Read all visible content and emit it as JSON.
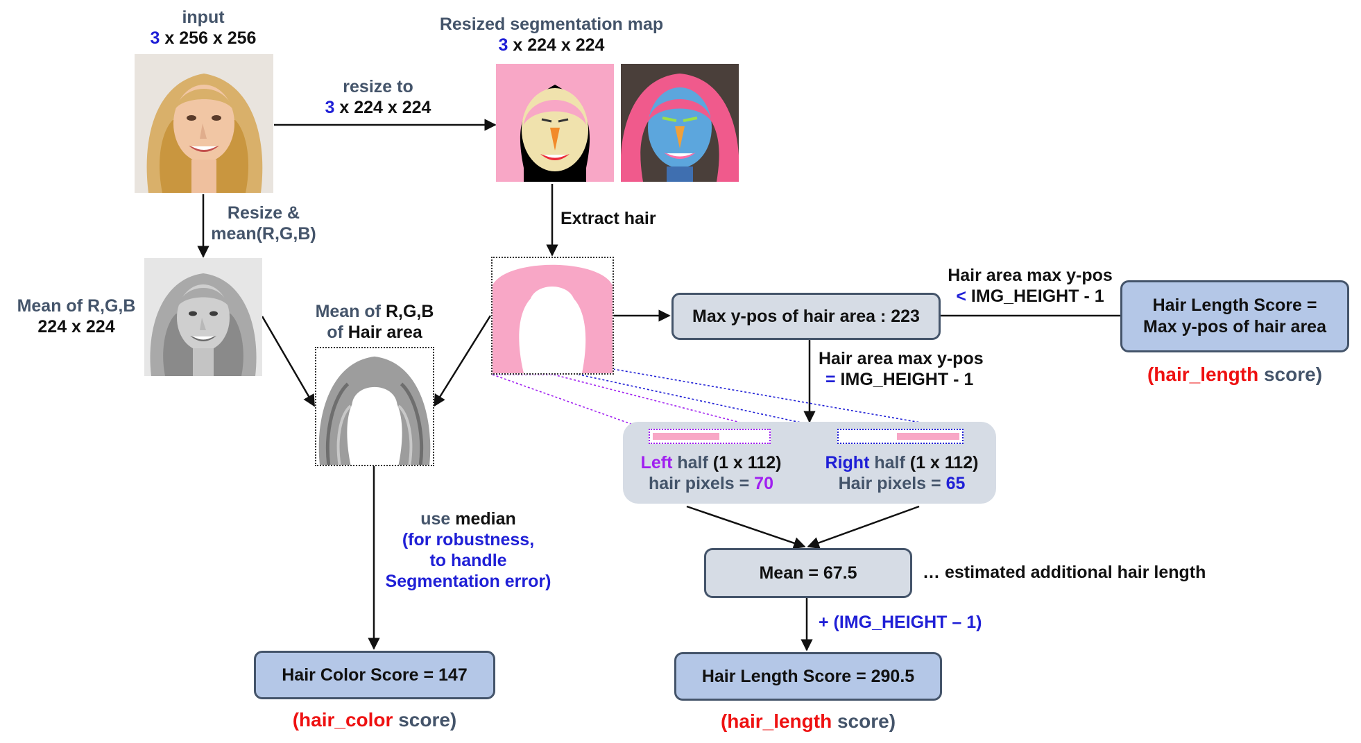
{
  "input": {
    "title": "input",
    "dims_channels": "3",
    "dims_rest": " x 256 x 256"
  },
  "resize_to": {
    "line1": "resize to",
    "dims_channels": "3",
    "dims_rest": " x 224 x 224"
  },
  "segmentation": {
    "title": "Resized segmentation map",
    "dims_channels": "3",
    "dims_rest": " x 224 x 224"
  },
  "extract_hair": "Extract hair",
  "resize_mean": {
    "line1": "Resize &",
    "line2": "mean(R,G,B)"
  },
  "mean_rgb": {
    "line1": "Mean of R,G,B",
    "line2": "224 x 224"
  },
  "mean_hair_area": {
    "line1_a": "Mean of ",
    "line1_b": "R,G,B",
    "line2_a": "of ",
    "line2_b": "Hair area"
  },
  "max_ypos_box": "Max y-pos of hair area : 223",
  "cond_less": {
    "line1": "Hair area max y-pos",
    "line2_op": "<",
    "line2_rest": " IMG_HEIGHT - 1"
  },
  "cond_equal": {
    "line1": "Hair area max y-pos",
    "line2_op": "=",
    "line2_rest": " IMG_HEIGHT - 1"
  },
  "top_score_box": {
    "line1": "Hair Length Score =",
    "line2": "Max y-pos of hair area"
  },
  "top_score_caption": {
    "open": "(",
    "name": "hair_length",
    "rest": " score)"
  },
  "left_half": {
    "word": "Left",
    "half": " half",
    "dims": " (1 x 112)",
    "pixels_label": "hair pixels = ",
    "pixels_value": "70"
  },
  "right_half": {
    "word": "Right",
    "half": " half",
    "dims": " (1 x 112)",
    "pixels_label": "Hair pixels = ",
    "pixels_value": "65"
  },
  "mean_box": "Mean = 67.5",
  "mean_note": "… estimated additional hair length",
  "plus_height": "+ (IMG_HEIGHT – 1)",
  "use_median": {
    "line1_a": "use ",
    "line1_b": "median",
    "line2": "(for robustness,",
    "line3": "to handle",
    "line4": "Segmentation error)"
  },
  "hair_color_box": "Hair Color Score = 147",
  "hair_color_caption": {
    "open": "(",
    "name": "hair_color",
    "rest": " score)"
  },
  "hair_length_box": "Hair Length Score = 290.5",
  "hair_length_caption": {
    "open": "(",
    "name": "hair_length",
    "rest": " score)"
  },
  "colors": {
    "box_gray": "#d6dce5",
    "box_blue": "#b4c7e7",
    "border": "#44546a",
    "hair_pink": "#f8a7c6",
    "accent_blue": "#1f1fd6",
    "accent_red": "#ee1111",
    "accent_purple": "#a020f0"
  }
}
